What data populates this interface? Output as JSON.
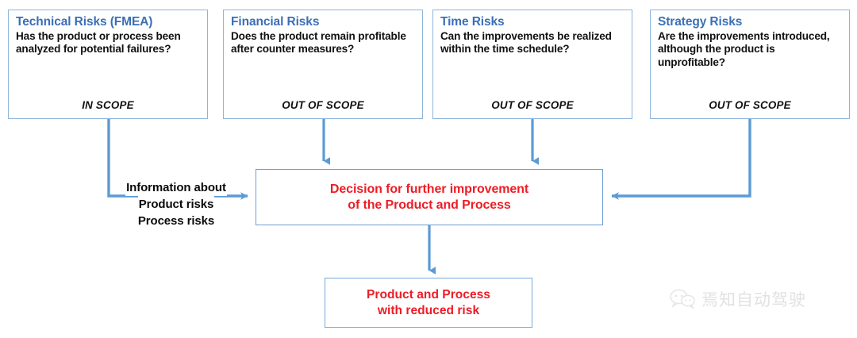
{
  "diagram": {
    "title": "Risk scoping and improvement decision flow",
    "colors": {
      "box_border": "#8eb4dd",
      "connector": "#5b9bd5",
      "title_blue": "#3b6fb6",
      "accent_red": "#ee1c25",
      "body_black": "#111111",
      "background": "#ffffff",
      "watermark_grey": "#c9c9c9"
    },
    "risk_boxes": [
      {
        "id": "technical-risks",
        "title": "Technical Risks (FMEA)",
        "question": "Has the product or process been analyzed for potential failures?",
        "scope": "IN SCOPE"
      },
      {
        "id": "financial-risks",
        "title": "Financial Risks",
        "question": "Does the product remain profitable after counter measures?",
        "scope": "OUT OF SCOPE"
      },
      {
        "id": "time-risks",
        "title": "Time Risks",
        "question": "Can the improvements be realized within the time schedule?",
        "scope": "OUT OF SCOPE"
      },
      {
        "id": "strategy-risks",
        "title": "Strategy Risks",
        "question": "Are the improvements introduced, although the product is unprofitable?",
        "scope": "OUT OF SCOPE"
      }
    ],
    "information_label": {
      "line1": "Information about",
      "line2": "Product risks",
      "line3": "Process risks"
    },
    "decision": {
      "text": "Decision for further improvement\nof the Product and Process"
    },
    "result": {
      "text": "Product and Process\nwith reduced risk"
    },
    "watermark": {
      "icon": "wechat-bubble-icon",
      "text": "焉知自动驾驶"
    }
  }
}
